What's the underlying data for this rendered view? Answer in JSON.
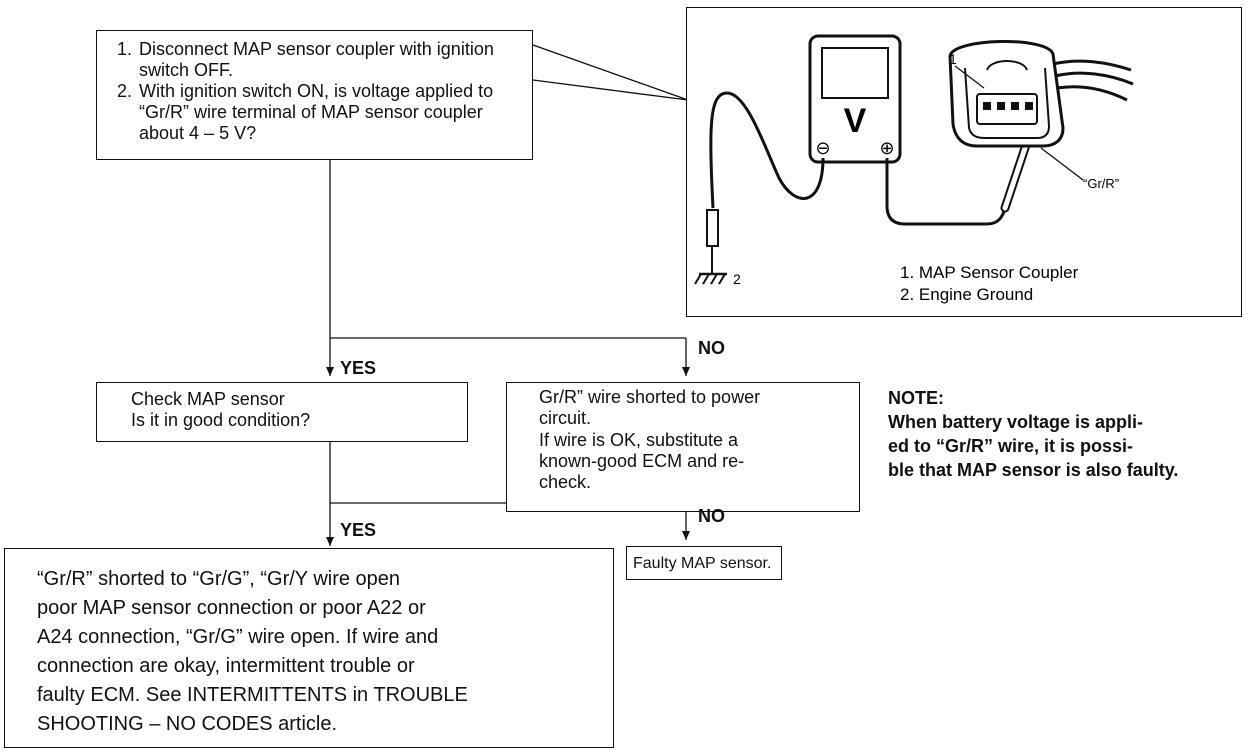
{
  "step1": {
    "items": [
      {
        "num": "1.",
        "text": "Disconnect MAP sensor coupler with ignition switch OFF."
      },
      {
        "num": "2.",
        "text": "With ignition switch ON, is voltage applied to “Gr/R” wire terminal of MAP sensor coupler about 4 – 5 V?"
      }
    ]
  },
  "illustration": {
    "meter_symbol": "V",
    "neg_symbol": "⊖",
    "pos_symbol": "⊕",
    "wire_label": "“Gr/R”",
    "callout_1": "1",
    "callout_2": "2",
    "legend": [
      "1. MAP Sensor Coupler",
      "2. Engine Ground"
    ]
  },
  "branch1": {
    "yes_label": "YES",
    "no_label": "NO"
  },
  "check_map": {
    "line1": "Check MAP sensor",
    "line2": "Is it in good condition?"
  },
  "shorted": {
    "line1": "Gr/R” wire shorted to power",
    "line2": "circuit.",
    "line3": "If wire is OK, substitute a",
    "line4": "known-good ECM and re-",
    "line5": "check."
  },
  "note": {
    "title": "NOTE:",
    "line1": "When battery voltage is appli-",
    "line2": "ed to “Gr/R” wire, it is possi-",
    "line3": "ble that MAP sensor is also faulty."
  },
  "branch2": {
    "yes_label": "YES",
    "no_label": "NO"
  },
  "result_yes": {
    "line1": "“Gr/R” shorted to “Gr/G”, “Gr/Y wire open",
    "line2": "poor MAP sensor connection or poor A22 or",
    "line3": "A24 connection, “Gr/G” wire open. If wire and",
    "line4": "connection are okay, intermittent trouble or",
    "line5": "faulty ECM. See INTERMITTENTS in TROUBLE",
    "line6": "SHOOTING – NO CODES article."
  },
  "result_no": {
    "text": "Faulty MAP sensor."
  }
}
